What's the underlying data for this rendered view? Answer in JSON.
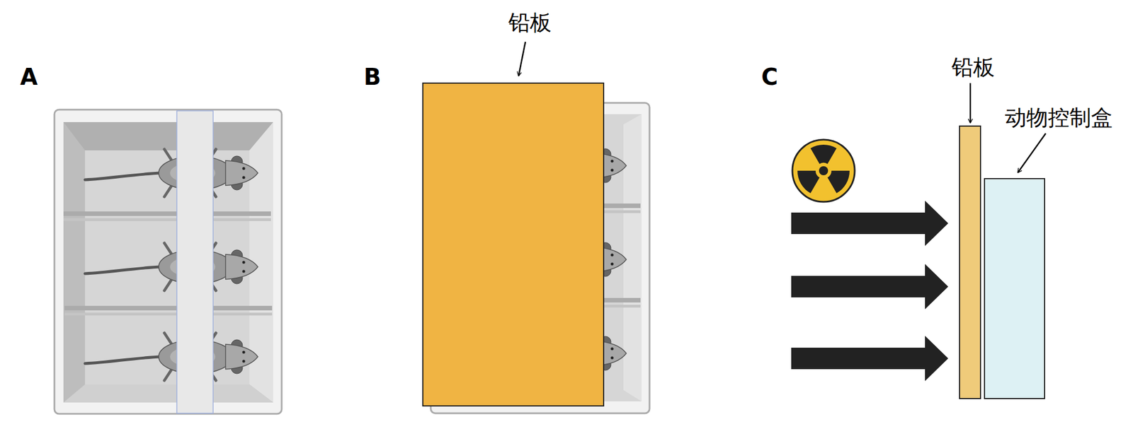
{
  "diagram": {
    "labels": [
      "A",
      "B",
      "铅板",
      "C",
      "铅板",
      "动物控制盒"
    ]
  }
}
